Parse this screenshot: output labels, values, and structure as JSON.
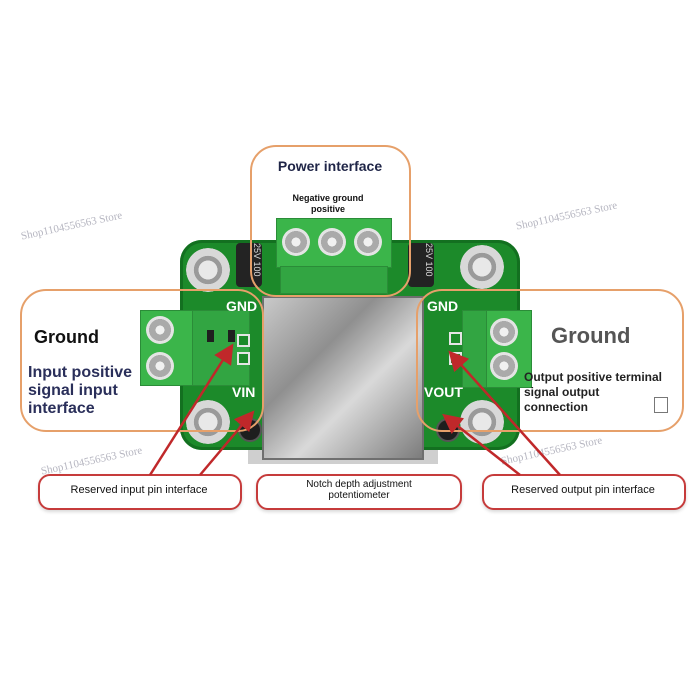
{
  "title": "Power interface",
  "power_sub": "Negative ground positive",
  "left_ground": "Ground",
  "left_input": "Input positive signal input interface",
  "right_ground": "Ground",
  "right_output": "Output positive terminal signal output connection",
  "reserved_input": "Reserved input pin interface",
  "notch_label": "Notch depth adjustment potentiometer",
  "reserved_output": "Reserved output pin interface",
  "silk": {
    "gnd_left": "GND",
    "vin": "VIN",
    "gnd_right": "GND",
    "vout": "VOUT"
  },
  "caps": {
    "left": "25V 100",
    "right": "25V 100"
  },
  "watermark": "Shop1104556563 Store",
  "colors": {
    "board_green": "#1c8a2a",
    "terminal_green": "#3bb54a",
    "annotation_orange": "#e6a06a",
    "annotation_red": "#c63b3b",
    "arrow_red": "#c0282a"
  }
}
